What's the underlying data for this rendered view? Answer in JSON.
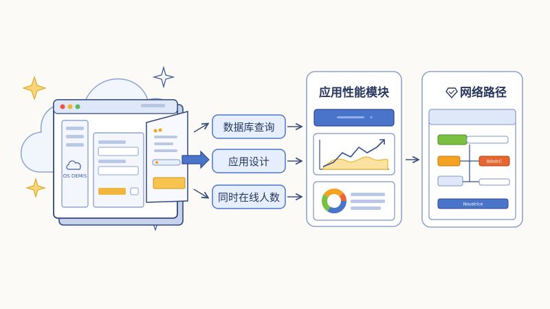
{
  "steps": {
    "query": "数据库查询",
    "design": "应用设计",
    "online": "同时在线人数"
  },
  "panels": {
    "performance": {
      "title": "应用性能模块"
    },
    "network": {
      "title": "网络路径",
      "node_label": "BdsdcC",
      "footer_label": "Noustrice"
    }
  },
  "browser": {
    "cloud_caption": "OS DEMIS"
  },
  "colors": {
    "primary_blue": "#4a74c9",
    "pill_fill": "#e6efff",
    "ink": "#27365c",
    "green": "#7ac143",
    "orange": "#f3a321",
    "red_orange": "#e8662f",
    "sparkle": "#f0b429"
  }
}
